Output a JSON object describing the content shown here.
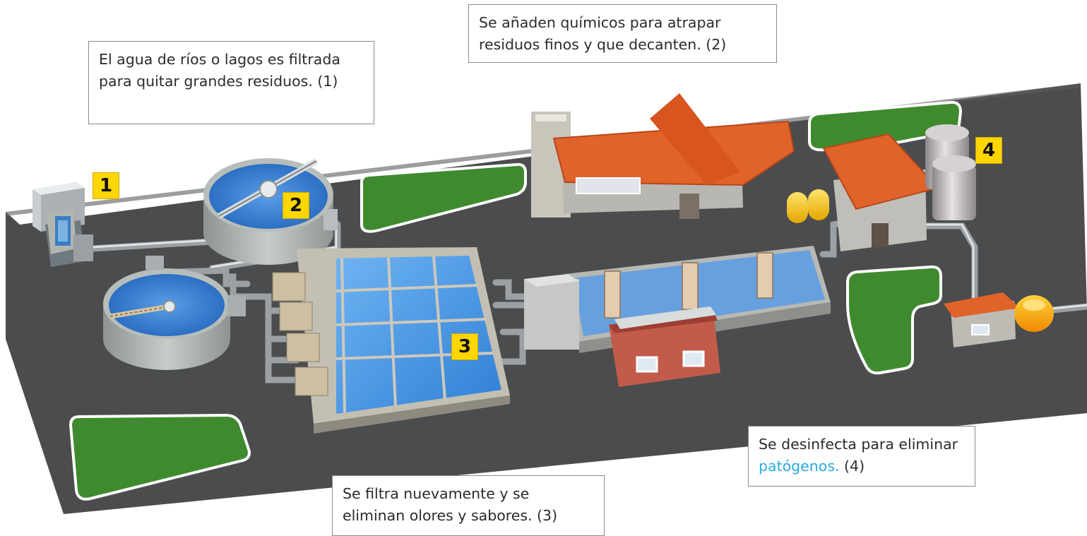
{
  "callouts": {
    "step1": "El agua de ríos o lagos es filtrada para quitar grandes residuos. (1)",
    "step2": "Se añaden químicos para atrapar residuos finos y que decanten. (2)",
    "step3": "Se filtra nuevamente y se eliminan olores y sabores. (3)",
    "step4_before": "Se desinfecta para eliminar",
    "step4_highlight": "patógenos.",
    "step4_after": "(4)"
  },
  "badges": {
    "b1": "1",
    "b2": "2",
    "b3": "3",
    "b4": "4"
  },
  "colors": {
    "ground": "#4b4c4e",
    "grass": "#3f8a2e",
    "roof": "#e0632a",
    "water": "#3d8fe0",
    "badge": "#ffd600",
    "highlight": "#29a9df"
  }
}
